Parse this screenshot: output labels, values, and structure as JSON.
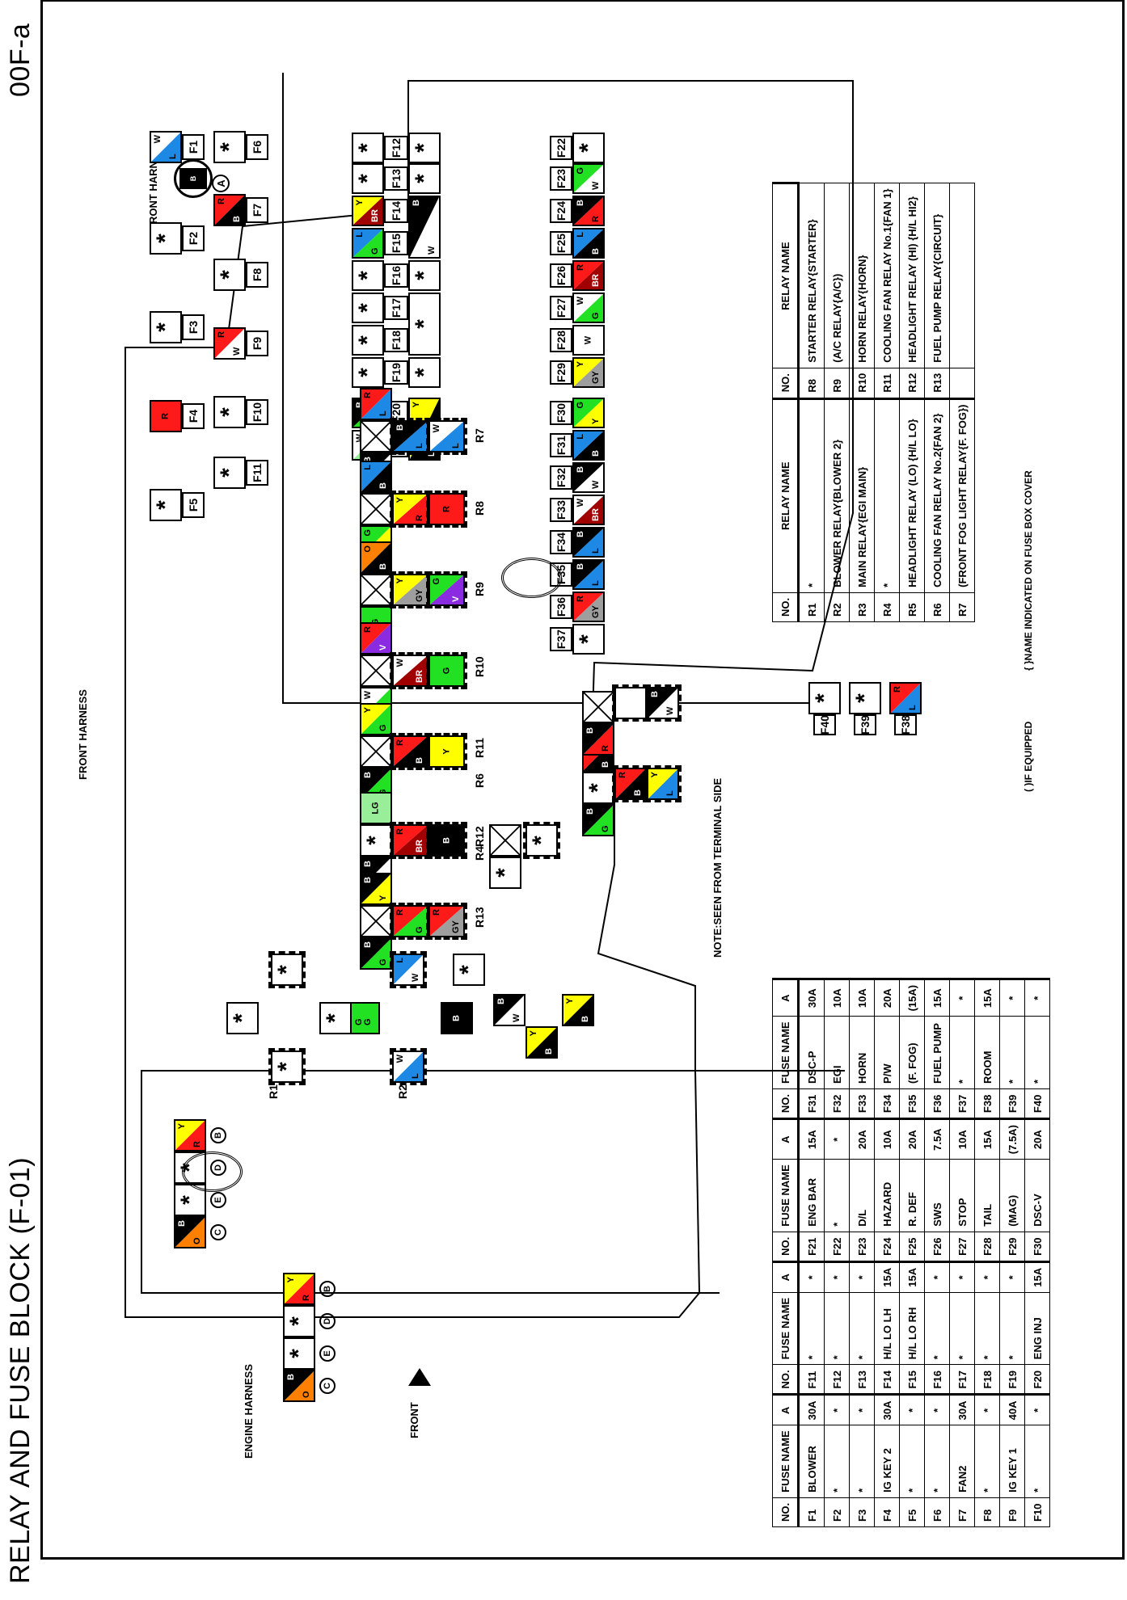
{
  "page": {
    "title": "RELAY AND FUSE BLOCK (F-01)",
    "page_code": "00F-a",
    "front_harness_label": "FRONT HARNESS",
    "front_harness_top_label": "FRONT HARNESS",
    "engine_harness_label": "ENGINE HARNESS",
    "front_label": "FRONT",
    "note": "NOTE:SEEN FROM TERMINAL SIDE",
    "connector_a": "A",
    "connector_a_wire": "B"
  },
  "colors": {
    "B": "#000000",
    "W": "#ffffff",
    "R": "#ff1a1a",
    "L": "#1e88e5",
    "G": "#22e022",
    "Y": "#ffff00",
    "BR": "#a00000",
    "O": "#ff8000",
    "GY": "#9e9e9e",
    "V": "#8a2be2",
    "LG": "#99ee99"
  },
  "engine_harness": {
    "pins": [
      {
        "pin": "C",
        "a": "O",
        "b": "B"
      },
      {
        "pin": "E",
        "value": "*"
      },
      {
        "pin": "D",
        "value": "*"
      },
      {
        "pin": "B",
        "a": "R",
        "b": "Y"
      }
    ]
  },
  "fuses_diagram": {
    "F1": {
      "a": "L",
      "b": "W"
    },
    "F2": "*",
    "F3": "*",
    "F4": {
      "solid": "R"
    },
    "F5": "*",
    "F6": "*",
    "F7": {
      "a": "B",
      "b": "R"
    },
    "F8": "*",
    "F9": {
      "a": "W",
      "b": "R"
    },
    "F10": "*",
    "F11": "*",
    "F12": "*",
    "F13": "*",
    "F14": {
      "a": "BR",
      "b": "Y"
    },
    "F15": {
      "a": "G",
      "b": "L"
    },
    "F16": "*",
    "F17": "*",
    "F18": "*",
    "F19": "*",
    "F20": {
      "a": "G",
      "b": "B"
    },
    "F21": {
      "a": "LG",
      "b": "W"
    },
    "F22": "*",
    "F23": {
      "a": "W",
      "b": "G"
    },
    "F24": {
      "a": "R",
      "b": "B"
    },
    "F25": {
      "a": "B",
      "b": "L"
    },
    "F26": {
      "a": "BR",
      "b": "R"
    },
    "F27": {
      "a": "G",
      "b": "W"
    },
    "F28": {
      "solid": "W"
    },
    "F29": {
      "a": "GY",
      "b": "Y"
    },
    "F30": {
      "a": "Y",
      "b": "G"
    },
    "F31": {
      "a": "B",
      "b": "L"
    },
    "F32": {
      "a": "W",
      "b": "B"
    },
    "F33": {
      "a": "BR",
      "b": "W"
    },
    "F34": {
      "a": "L",
      "b": "B"
    },
    "F35": {
      "a": "L",
      "b": "B"
    },
    "F36": {
      "a": "GY",
      "b": "R"
    },
    "F37": "*",
    "F38": {
      "a": "L",
      "b": "R"
    },
    "F39": "*",
    "F40": "*",
    "lower_row": {
      "F12_13_star": "*",
      "F14_15": {
        "a": "W",
        "b": "B"
      },
      "F16": "*",
      "F17_18": "*",
      "F19": "*",
      "F20_21": {
        "a": "B",
        "b": "Y"
      }
    }
  },
  "relays_diagram": {
    "R7": {
      "top": [
        {
          "a": "W",
          "b": "B"
        },
        {
          "x": true
        },
        {
          "a": "L",
          "b": "R"
        }
      ],
      "body": [
        {
          "a": "L",
          "b": "B"
        },
        {
          "a": "L",
          "b": "W"
        }
      ]
    },
    "R8": {
      "top": [
        {
          "a": "Y",
          "b": "G"
        },
        {
          "x": true
        },
        {
          "a": "B",
          "b": "L"
        }
      ],
      "body": [
        {
          "a": "R",
          "b": "Y"
        },
        {
          "solid": "R"
        }
      ]
    },
    "R9": {
      "top": [
        {
          "solid": "G"
        },
        {
          "x": true
        },
        {
          "a": "B",
          "b": "O"
        }
      ],
      "body": [
        {
          "a": "GY",
          "b": "Y"
        },
        {
          "a": "V",
          "b": "G"
        }
      ]
    },
    "R10": {
      "top": [
        {
          "a": "G",
          "b": "W"
        },
        {
          "x": true
        },
        {
          "a": "V",
          "b": "R"
        }
      ],
      "body": [
        {
          "a": "BR",
          "b": "W"
        },
        {
          "solid": "G"
        }
      ]
    },
    "R11": {
      "top": [
        {
          "a": "G",
          "b": "B"
        },
        {
          "x": true
        },
        {
          "a": "G",
          "b": "Y"
        }
      ],
      "body": [
        {
          "a": "B",
          "b": "R"
        },
        {
          "solid": "Y"
        }
      ]
    },
    "R12": {
      "top": [
        {
          "a": "W",
          "b": "B"
        },
        {
          "star": true
        },
        {
          "solid": "LG"
        }
      ],
      "body": [
        {
          "a": "BR",
          "b": "R"
        },
        {
          "solid": "B"
        }
      ]
    },
    "R13": {
      "top": [
        {
          "a": "G",
          "b": "B"
        },
        {
          "x": true
        },
        {
          "a": "Y",
          "b": "B"
        }
      ],
      "body": [
        {
          "a": "G",
          "b": "R"
        },
        {
          "a": "GY",
          "b": "R"
        }
      ]
    },
    "R6": {
      "pins": [
        {
          "pin": "E",
          "a": "B",
          "b": "R"
        },
        {
          "star": true
        },
        {
          "a": "G",
          "b": "B"
        },
        {
          "a": "B",
          "b": "R"
        },
        {
          "pin": "C",
          "a": "L",
          "b": "Y"
        }
      ]
    },
    "R5": {
      "pins": [
        {
          "x": true
        },
        {
          "a": "R",
          "b": "B"
        },
        {
          "a": "W",
          "b": "B"
        }
      ]
    },
    "R3": {
      "pins": [
        {
          "a": "W",
          "b": "B"
        },
        {
          "a": "B",
          "b": "Y"
        },
        {
          "pin": "D",
          "a": "B",
          "b": "Y"
        }
      ]
    },
    "R2": {
      "pins": [
        {
          "a": "W",
          "b": "L"
        },
        {
          "a": "L",
          "b": "W"
        },
        {
          "solid": "G",
          "label": "G G"
        },
        {
          "solid": "B"
        },
        {
          "star": true
        }
      ]
    },
    "R1": {
      "pins": [
        "*",
        "*",
        "*",
        "*"
      ]
    },
    "R4": {
      "pins": [
        {
          "x": true
        },
        "*",
        "*"
      ]
    }
  },
  "fuse_table": {
    "headers": [
      "NO.",
      "FUSE NAME",
      "A"
    ],
    "rows": [
      [
        "F1",
        "BLOWER",
        "30A",
        "F11",
        "*",
        "*",
        "F21",
        "ENG BAR",
        "15A",
        "F31",
        "DSC-P",
        "30A"
      ],
      [
        "F2",
        "*",
        "*",
        "F12",
        "*",
        "*",
        "F22",
        "*",
        "*",
        "F32",
        "EGI",
        "10A"
      ],
      [
        "F3",
        "*",
        "*",
        "F13",
        "*",
        "*",
        "F23",
        "D/L",
        "20A",
        "F33",
        "HORN",
        "10A"
      ],
      [
        "F4",
        "IG KEY 2",
        "30A",
        "F14",
        "H/L LO LH",
        "15A",
        "F24",
        "HAZARD",
        "10A",
        "F34",
        "P/W",
        "20A"
      ],
      [
        "F5",
        "*",
        "*",
        "F15",
        "H/L LO RH",
        "15A",
        "F25",
        "R. DEF",
        "20A",
        "F35",
        "(F. FOG)",
        "(15A)"
      ],
      [
        "F6",
        "*",
        "*",
        "F16",
        "*",
        "*",
        "F26",
        "SWS",
        "7.5A",
        "F36",
        "FUEL PUMP",
        "15A"
      ],
      [
        "F7",
        "FAN2",
        "30A",
        "F17",
        "*",
        "*",
        "F27",
        "STOP",
        "10A",
        "F37",
        "*",
        "*"
      ],
      [
        "F8",
        "*",
        "*",
        "F18",
        "*",
        "*",
        "F28",
        "TAIL",
        "15A",
        "F38",
        "ROOM",
        "15A"
      ],
      [
        "F9",
        "IG KEY 1",
        "40A",
        "F19",
        "*",
        "*",
        "F29",
        "(MAG)",
        "(7.5A)",
        "F39",
        "*",
        "*"
      ],
      [
        "F10",
        "*",
        "*",
        "F20",
        "ENG INJ",
        "15A",
        "F30",
        "DSC-V",
        "20A",
        "F40",
        "*",
        "*"
      ]
    ],
    "footnote_1": "( )IF EQUIPPED",
    "footnote_2": "{ }NAME INDICATED ON FUSE BOX COVER"
  },
  "relay_table": {
    "headers": [
      "NO.",
      "RELAY NAME"
    ],
    "rows": [
      [
        "R1",
        "*",
        "R8",
        "STARTER RELAY{STARTER}"
      ],
      [
        "R2",
        "BLOWER RELAY{BLOWER 2}",
        "R9",
        "(A/C RELAY{A/C})"
      ],
      [
        "R3",
        "MAIN RELAY{EGI MAIN}",
        "R10",
        "HORN RELAY{HORN}"
      ],
      [
        "R4",
        "*",
        "R11",
        "COOLING FAN RELAY No.1{FAN 1}"
      ],
      [
        "R5",
        "HEADLIGHT RELAY (LO) {H/L LO}",
        "R12",
        "HEADLIGHT RELAY (HI) {H/L HI2}"
      ],
      [
        "R6",
        "COOLING FAN RELAY No.2{FAN 2}",
        "R13",
        "FUEL PUMP RELAY{CIRCUIT}"
      ],
      [
        "R7",
        "(FRONT FOG LIGHT RELAY{F. FOG})",
        "",
        ""
      ]
    ]
  }
}
